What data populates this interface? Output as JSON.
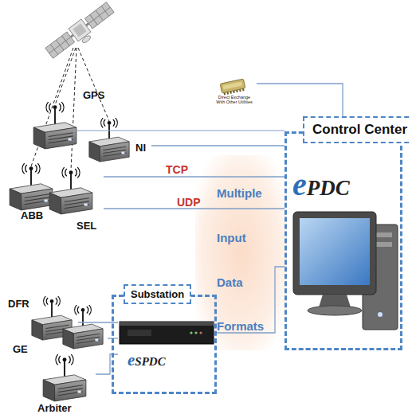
{
  "diagram": {
    "nodes": [
      {
        "text": [
          "Direct Exchange With Other Utilities"
        ]
      },
      {
        "text": [
          "Control Center"
        ]
      },
      {
        "text": [
          "ePDC"
        ],
        "in": 1
      },
      {
        "text": [
          "NI"
        ]
      },
      {
        "text": [
          "ABB"
        ]
      },
      {
        "text": [
          "SEL"
        ]
      },
      {
        "text": [
          "Substation"
        ]
      },
      {
        "text": [
          "eSPDC"
        ],
        "in": 6
      },
      {
        "text": [
          "DFR"
        ]
      },
      {
        "text": [
          "GE"
        ]
      },
      {
        "text": [
          "Arbiter"
        ]
      }
    ],
    "edges": [
      {
        "from": 0,
        "to": 1,
        "arrow": "none"
      },
      {
        "from": 3,
        "to": 1,
        "arrow": "none"
      },
      {
        "from": 5,
        "to": 1,
        "label": "TCP",
        "arrow": "none"
      },
      {
        "from": 5,
        "to": 1,
        "label": "UDP",
        "arrow": "none"
      },
      {
        "from": 7,
        "to": 1,
        "arrow": "none"
      },
      {
        "from": 8,
        "to": 7,
        "arrow": "none"
      },
      {
        "from": 9,
        "to": 7,
        "arrow": "none"
      },
      {
        "from": 10,
        "to": 7,
        "arrow": "none"
      }
    ],
    "labels": [
      "GPS",
      "Multiple",
      "Input",
      "Data",
      "Formats"
    ]
  }
}
